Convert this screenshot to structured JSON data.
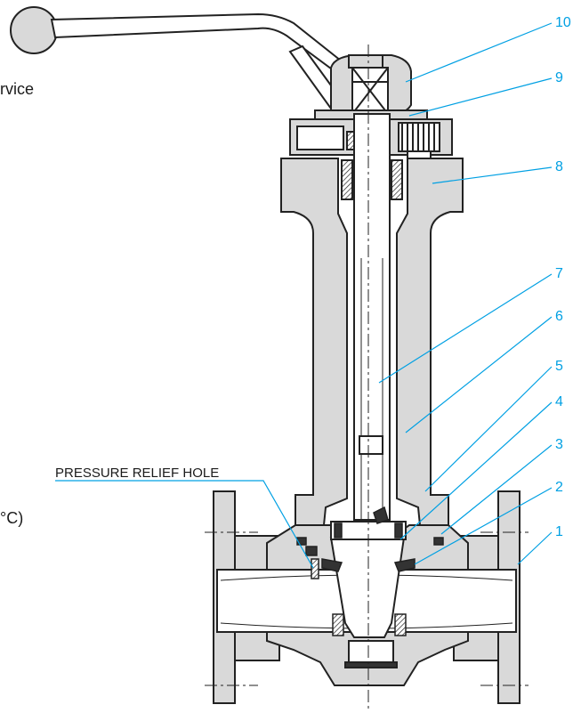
{
  "diagram": {
    "colors": {
      "body_fill": "#d9d9d9",
      "outline": "#222222",
      "leader_line": "#00a0e3",
      "callout_text": "#00a0e3",
      "seal_dark": "#333333",
      "background": "#ffffff"
    },
    "callouts": [
      "10",
      "9",
      "8",
      "7",
      "6",
      "5",
      "4",
      "3",
      "2",
      "1"
    ],
    "annotation": "PRESSURE RELIEF HOLE",
    "clipped_text": {
      "top_left": "rvice",
      "mid_left": "°C)"
    }
  }
}
